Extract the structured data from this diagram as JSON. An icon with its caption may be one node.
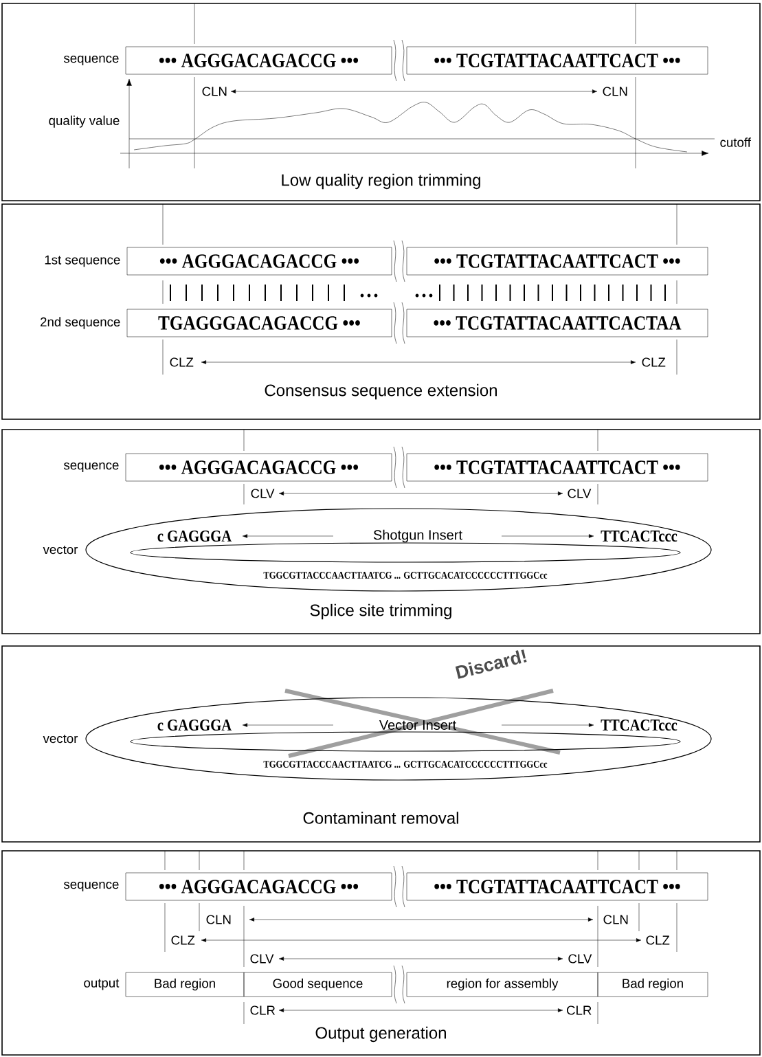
{
  "diagram": {
    "nodes": [
      {
        "text": [
          "Low quality region trimming"
        ]
      },
      {
        "text": [
          "••• AGGGACAGACCG •••"
        ],
        "in": 0,
        "beside": [
          "sequence"
        ]
      },
      {
        "text": [
          "••• TCGTATTACAATTCACT •••"
        ],
        "in": 0
      },
      {
        "text": [
          "Consensus sequence extension"
        ]
      },
      {
        "text": [
          "••• AGGGACAGACCG •••"
        ],
        "in": 3,
        "beside": [
          "1st sequence"
        ]
      },
      {
        "text": [
          "••• TCGTATTACAATTCACT •••"
        ],
        "in": 3
      },
      {
        "text": [
          "TGAGGGACAGACCG •••"
        ],
        "in": 3,
        "beside": [
          "2nd sequence"
        ]
      },
      {
        "text": [
          "••• TCGTATTACAATTCACTAA"
        ],
        "in": 3
      },
      {
        "text": [
          "Splice site trimming"
        ]
      },
      {
        "text": [
          "••• AGGGACAGACCG •••"
        ],
        "in": 8,
        "beside": [
          "sequence"
        ]
      },
      {
        "text": [
          "••• TCGTATTACAATTCACT •••"
        ],
        "in": 8
      },
      {
        "text": [
          "c GAGGGA",
          "Shotgun Insert",
          "TTCACTccc",
          "TGGCGTTACCCAACTTAATCG ... GCTTGCACATCCCCCCTTTGGCcc"
        ],
        "in": 8,
        "beside": [
          "vector"
        ]
      },
      {
        "text": [
          "Contaminant removal"
        ]
      },
      {
        "text": [
          "c GAGGGA",
          "Vector Insert",
          "TTCACTccc",
          "TGGCGTTACCCAACTTAATCG ... GCTTGCACATCCCCCCTTTGGCcc"
        ],
        "in": 12,
        "beside": [
          "vector"
        ]
      },
      {
        "text": [
          "Output generation"
        ]
      },
      {
        "text": [
          "••• AGGGACAGACCG •••"
        ],
        "in": 14,
        "beside": [
          "sequence"
        ]
      },
      {
        "text": [
          "••• TCGTATTACAATTCACT •••"
        ],
        "in": 14
      },
      {
        "text": [
          "Bad region"
        ],
        "in": 14,
        "beside": [
          "output"
        ]
      },
      {
        "text": [
          "Good sequence"
        ],
        "in": 14
      },
      {
        "text": [
          "region for assembly"
        ],
        "in": 14
      },
      {
        "text": [
          "Bad region"
        ],
        "in": 14
      }
    ],
    "labels": [
      "CLN",
      "CLN",
      "quality value",
      "cutoff",
      "CLZ",
      "CLZ",
      "CLV",
      "CLV",
      "Discard!",
      "CLN",
      "CLN",
      "CLZ",
      "CLZ",
      "CLV",
      "CLV",
      "CLR",
      "CLR"
    ]
  }
}
